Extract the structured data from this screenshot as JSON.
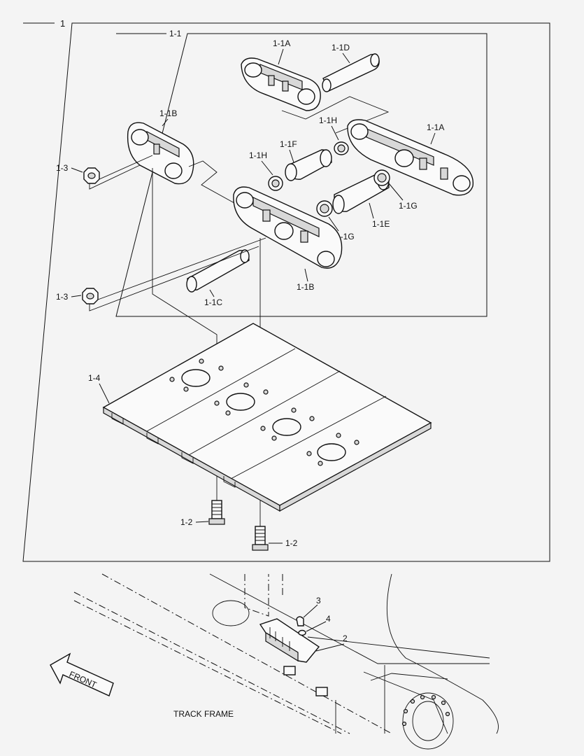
{
  "labels": {
    "assembly": "1",
    "link_assembly": "1-1",
    "link_a_top": "1-1A",
    "pin_d": "1-1D",
    "link_b_left": "1-1B",
    "seal_h_upper": "1-1H",
    "link_a_right": "1-1A",
    "bushing_f": "1-1F",
    "seal_h_lower": "1-1H",
    "nut_upper": "1-3",
    "seal_g_right": "1-1G",
    "bushing_e": "1-1E",
    "seal_g_lower": "1-1G",
    "nut_lower": "1-3",
    "link_b_bottom": "1-1B",
    "pin_c": "1-1C",
    "shoe": "1-4",
    "bolt_left": "1-2",
    "bolt_right": "1-2",
    "guard_bolt": "3",
    "guard_washer": "4",
    "guard": "2",
    "front": "FRONT",
    "track_frame": "TRACK FRAME"
  },
  "colors": {
    "line": "#111111",
    "paper": "#f4f4f4",
    "shade": "#d8d8d8"
  }
}
